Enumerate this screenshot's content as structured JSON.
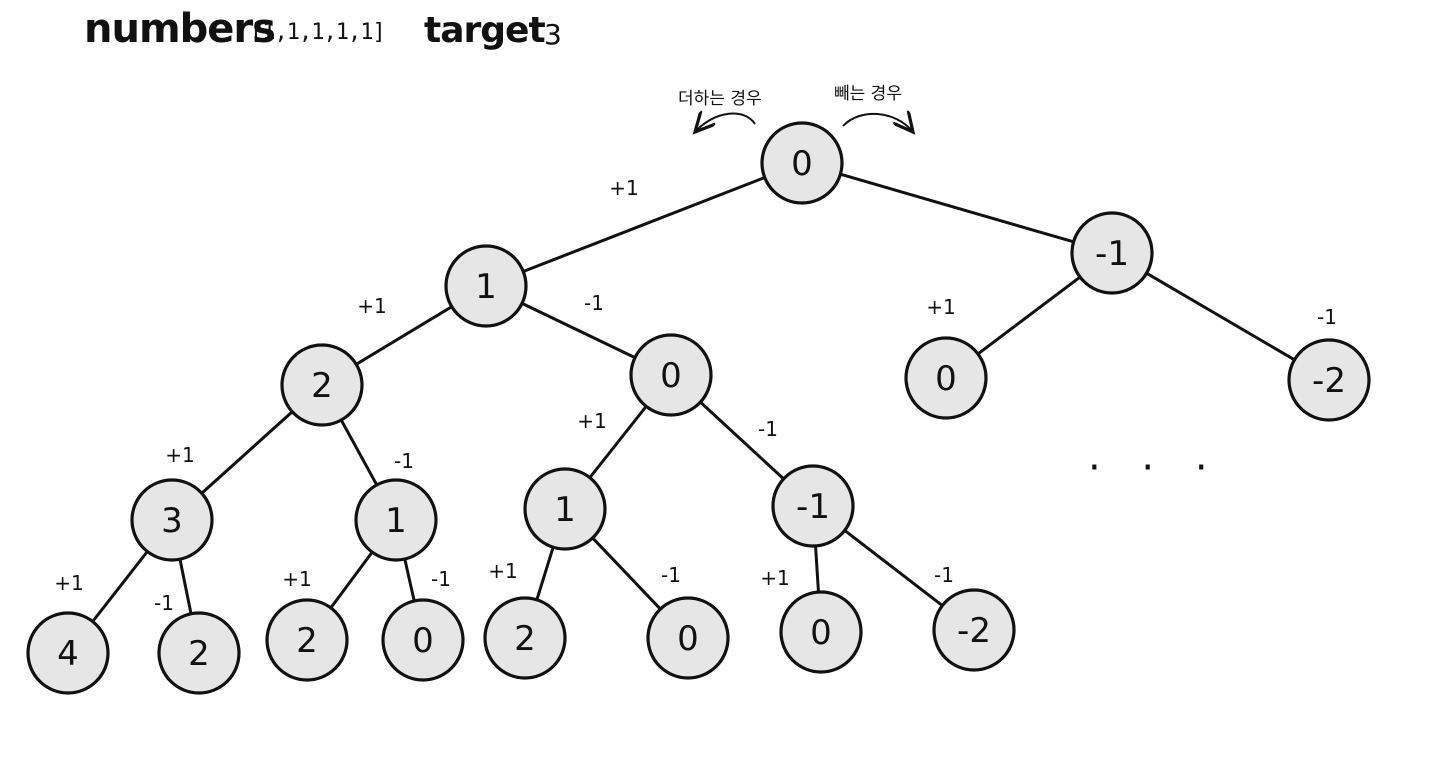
{
  "header": {
    "numbers_keyword": "numbers",
    "numbers_value": "[1,1,1,1,1]",
    "target_keyword": "target",
    "target_value": "3"
  },
  "annotations": {
    "add_case": "더하는 경우",
    "subtract_case": "빼는 경우"
  },
  "tree": {
    "nodes": [
      {
        "id": "root",
        "value": "0"
      },
      {
        "id": "L",
        "value": "1"
      },
      {
        "id": "R",
        "value": "-1"
      },
      {
        "id": "LL",
        "value": "2"
      },
      {
        "id": "LR",
        "value": "0"
      },
      {
        "id": "RL",
        "value": "0"
      },
      {
        "id": "RR",
        "value": "-2"
      },
      {
        "id": "LLL",
        "value": "3"
      },
      {
        "id": "LLR",
        "value": "1"
      },
      {
        "id": "LRL",
        "value": "1"
      },
      {
        "id": "LRR",
        "value": "-1"
      },
      {
        "id": "LLLL",
        "value": "4"
      },
      {
        "id": "LLLR",
        "value": "2"
      },
      {
        "id": "LLRL",
        "value": "2"
      },
      {
        "id": "LLRR",
        "value": "0"
      },
      {
        "id": "LRLL",
        "value": "2"
      },
      {
        "id": "LRLR",
        "value": "0"
      },
      {
        "id": "LRRL",
        "value": "0"
      },
      {
        "id": "LRRR",
        "value": "-2"
      }
    ],
    "edges": [
      {
        "from": "root",
        "to": "L",
        "label": "+1"
      },
      {
        "from": "root",
        "to": "R",
        "label": ""
      },
      {
        "from": "L",
        "to": "LL",
        "label": "+1"
      },
      {
        "from": "L",
        "to": "LR",
        "label": "-1"
      },
      {
        "from": "R",
        "to": "RL",
        "label": "+1"
      },
      {
        "from": "R",
        "to": "RR",
        "label": "-1"
      },
      {
        "from": "LL",
        "to": "LLL",
        "label": "+1"
      },
      {
        "from": "LL",
        "to": "LLR",
        "label": "-1"
      },
      {
        "from": "LR",
        "to": "LRL",
        "label": "+1"
      },
      {
        "from": "LR",
        "to": "LRR",
        "label": "-1"
      },
      {
        "from": "LLL",
        "to": "LLLL",
        "label": "+1"
      },
      {
        "from": "LLL",
        "to": "LLLR",
        "label": "-1"
      },
      {
        "from": "LLR",
        "to": "LLRL",
        "label": "+1"
      },
      {
        "from": "LLR",
        "to": "LLRR",
        "label": "-1"
      },
      {
        "from": "LRL",
        "to": "LRLL",
        "label": "+1"
      },
      {
        "from": "LRL",
        "to": "LRLR",
        "label": "-1"
      },
      {
        "from": "LRR",
        "to": "LRRL",
        "label": "+1"
      },
      {
        "from": "LRR",
        "to": "LRRR",
        "label": "-1"
      }
    ]
  },
  "continuation": "· · ·"
}
